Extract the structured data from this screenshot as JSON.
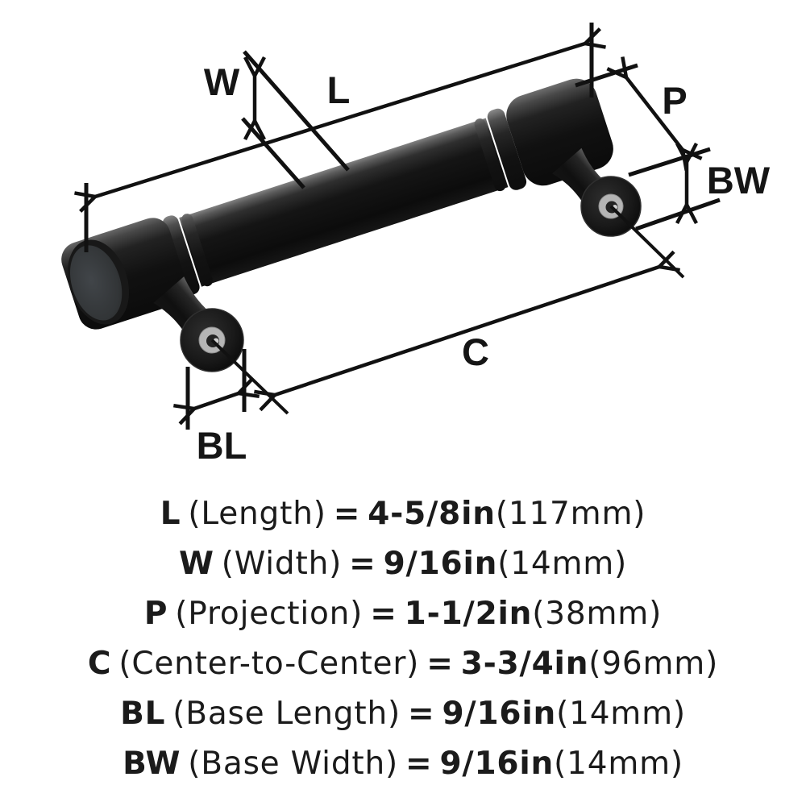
{
  "page": {
    "background": "#ffffff"
  },
  "diagram": {
    "labels": {
      "l": "L",
      "w": "W",
      "p": "P",
      "bw": "BW",
      "c": "C",
      "bl": "BL"
    },
    "colors": {
      "dimension_line": "#111111",
      "label_text": "#151515",
      "handle_black": "#101010",
      "handle_highlight": "#7a7a7a",
      "screw_silver": "#b9b9b9"
    }
  },
  "specs": [
    {
      "key": "L",
      "name": "(Length)",
      "eq": "=",
      "value": "4-5/8in",
      "metric": "(117mm)"
    },
    {
      "key": "W",
      "name": "(Width)",
      "eq": "=",
      "value": "9/16in",
      "metric": "(14mm)"
    },
    {
      "key": "P",
      "name": "(Projection)",
      "eq": "=",
      "value": "1-1/2in",
      "metric": "(38mm)"
    },
    {
      "key": "C",
      "name": "(Center-to-Center)",
      "eq": "=",
      "value": "3-3/4in",
      "metric": "(96mm)"
    },
    {
      "key": "BL",
      "name": "(Base Length)",
      "eq": "=",
      "value": "9/16in",
      "metric": "(14mm)"
    },
    {
      "key": "BW",
      "name": "(Base Width)",
      "eq": "=",
      "value": "9/16in",
      "metric": "(14mm)"
    }
  ]
}
